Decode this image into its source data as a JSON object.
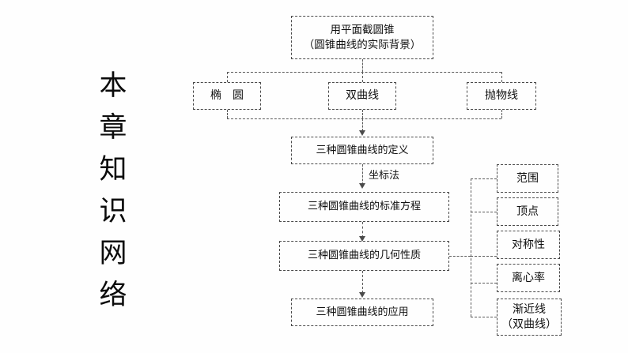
{
  "page": {
    "title_vertical": "本章知识网络",
    "title_chars": [
      "本",
      "章",
      "知",
      "识",
      "网",
      "络"
    ],
    "background_color": "#fefefe",
    "line_color": "#5a5a5a",
    "text_color": "#101010"
  },
  "diagram": {
    "root": {
      "line1": "用平面截圆锥",
      "line2": "（圆锥曲线的实际背景）"
    },
    "curves": [
      {
        "label": "椭圆"
      },
      {
        "label": "双曲线"
      },
      {
        "label": "抛物线"
      }
    ],
    "chain": [
      {
        "label": "三种圆锥曲线的定义"
      },
      {
        "label": "三种圆锥曲线的标准方程"
      },
      {
        "label": "三种圆锥曲线的几何性质"
      },
      {
        "label": "三种圆锥曲线的应用"
      }
    ],
    "edge_labels": [
      {
        "label": "坐标法"
      }
    ],
    "properties": [
      {
        "label": "范围"
      },
      {
        "label": "顶点"
      },
      {
        "label": "对称性"
      },
      {
        "label": "离心率"
      },
      {
        "line1": "渐近线",
        "line2": "（双曲线）"
      }
    ]
  }
}
